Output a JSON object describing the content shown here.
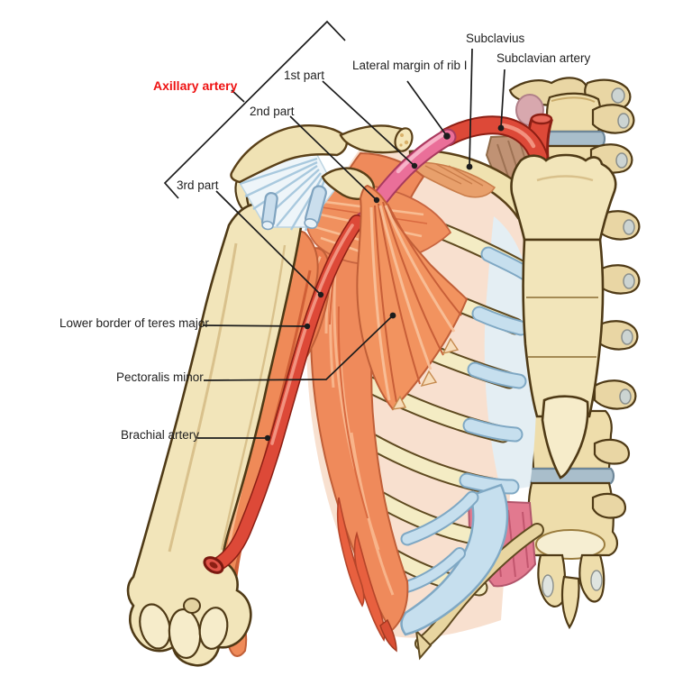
{
  "labels": {
    "axillary_artery": "Axillary artery",
    "part_1": "1st part",
    "part_2": "2nd part",
    "part_3": "3rd part",
    "lateral_margin_rib1": "Lateral margin of rib I",
    "subclavius": "Subclavius",
    "subclavian_artery": "Subclavian artery",
    "teres_major": "Lower border of teres major",
    "pectoralis_minor": "Pectoralis minor",
    "brachial_artery": "Brachial artery"
  },
  "colors": {
    "highlight_label": "#ee1212",
    "label_text": "#1f1f1f",
    "leader_line": "#1c1c1c",
    "bone": "#f2e5ba",
    "bone_shadow": "#ddc48e",
    "bone_outline": "#4f3a16",
    "muscle": "#ef8a58",
    "muscle_deep": "#d05f36",
    "muscle_highlight": "#f9c29b",
    "artery_red": "#dd4938",
    "artery_pink": "#ea6f99",
    "cartilage_blue": "#c6dfee",
    "disc_blue": "#a9becb",
    "intercostal_peach": "#f8e0cf",
    "deep_pink_muscle": "#e2798f",
    "ligament_blue": "#a9c9de"
  }
}
